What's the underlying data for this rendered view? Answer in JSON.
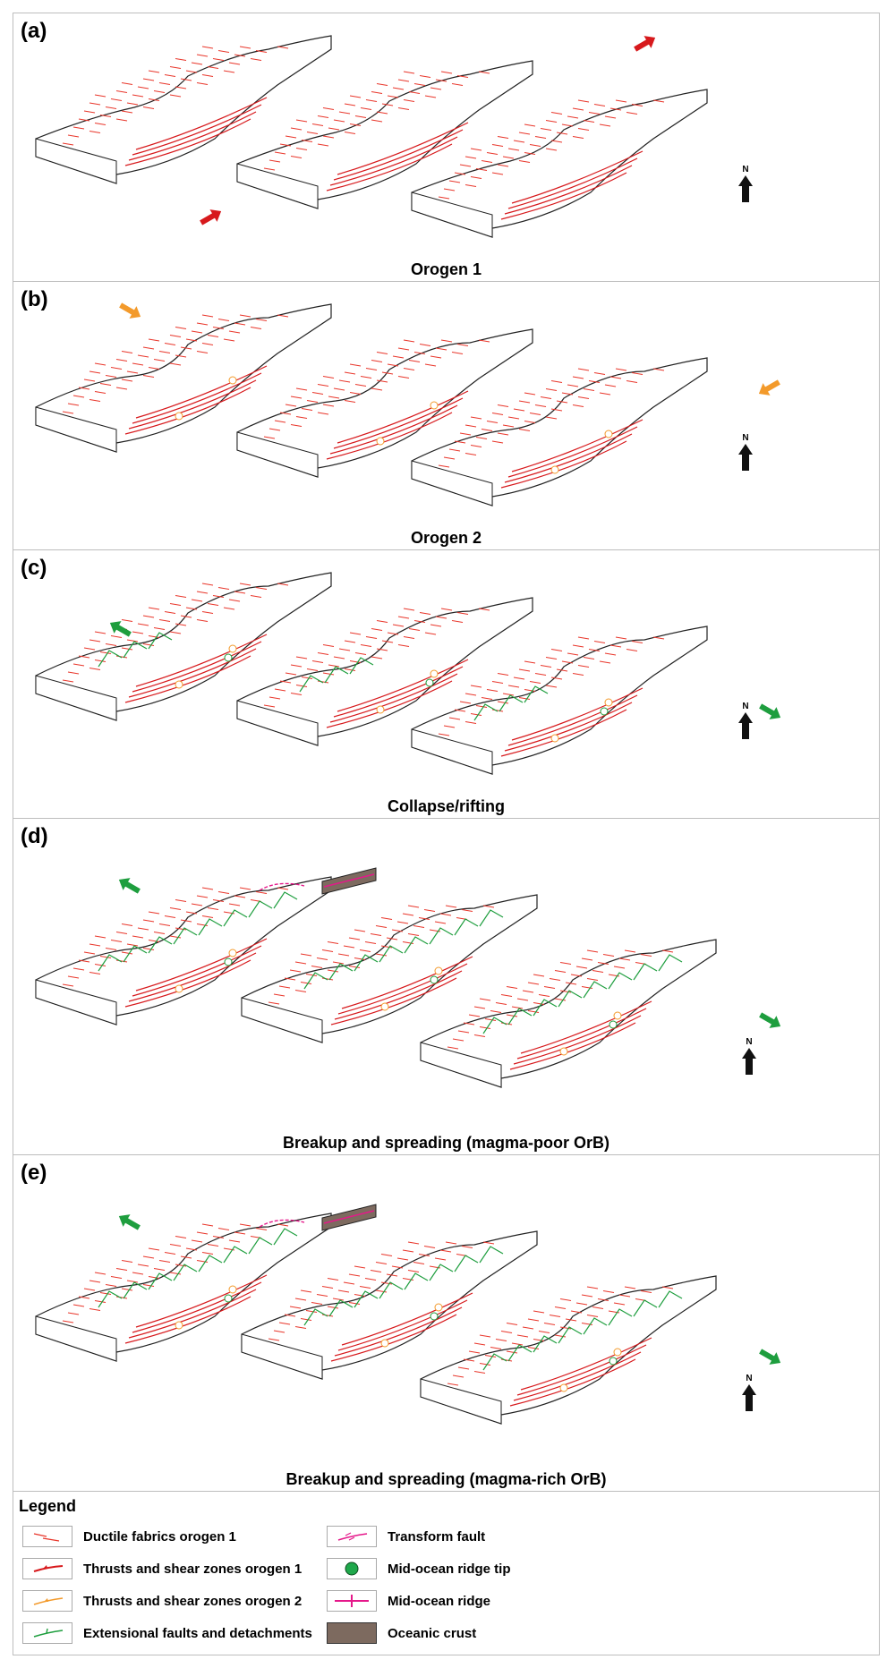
{
  "colors": {
    "ductile": "#e8362b",
    "thrust1": "#d7191c",
    "thrust2": "#f39a2b",
    "extensional": "#1e9e3e",
    "transform": "#e5188a",
    "ridge_tip": "#1fa84b",
    "oceanic": "#7d6a5f",
    "arrow_black": "#111111"
  },
  "panels": [
    {
      "label": "(a)",
      "title": "Orogen 1",
      "arrow": "red",
      "north": "N"
    },
    {
      "label": "(b)",
      "title": "Orogen 2",
      "arrow": "orange",
      "north": "N"
    },
    {
      "label": "(c)",
      "title": "Collapse/rifting",
      "arrow": "green",
      "north": "N"
    },
    {
      "label": "(d)",
      "title": "Breakup and spreading (magma-poor OrB)",
      "arrow": "green",
      "north": "N"
    },
    {
      "label": "(e)",
      "title": "Breakup and spreading (magma-rich OrB)",
      "arrow": "green",
      "north": "N"
    }
  ],
  "legend": {
    "title": "Legend",
    "items": [
      {
        "label": "Ductile fabrics orogen 1",
        "icon": "ductile-fabric-icon"
      },
      {
        "label": "Thrusts and shear zones orogen 1",
        "icon": "thrust-orogen1-icon"
      },
      {
        "label": "Thrusts and shear zones orogen 2",
        "icon": "thrust-orogen2-icon"
      },
      {
        "label": "Extensional faults and detachments",
        "icon": "extensional-fault-icon"
      },
      {
        "label": "Transform fault",
        "icon": "transform-fault-icon"
      },
      {
        "label": "Mid-ocean ridge tip",
        "icon": "ridge-tip-icon"
      },
      {
        "label": "Mid-ocean ridge",
        "icon": "mid-ocean-ridge-icon"
      },
      {
        "label": "Oceanic crust",
        "icon": "oceanic-crust-icon"
      }
    ]
  }
}
